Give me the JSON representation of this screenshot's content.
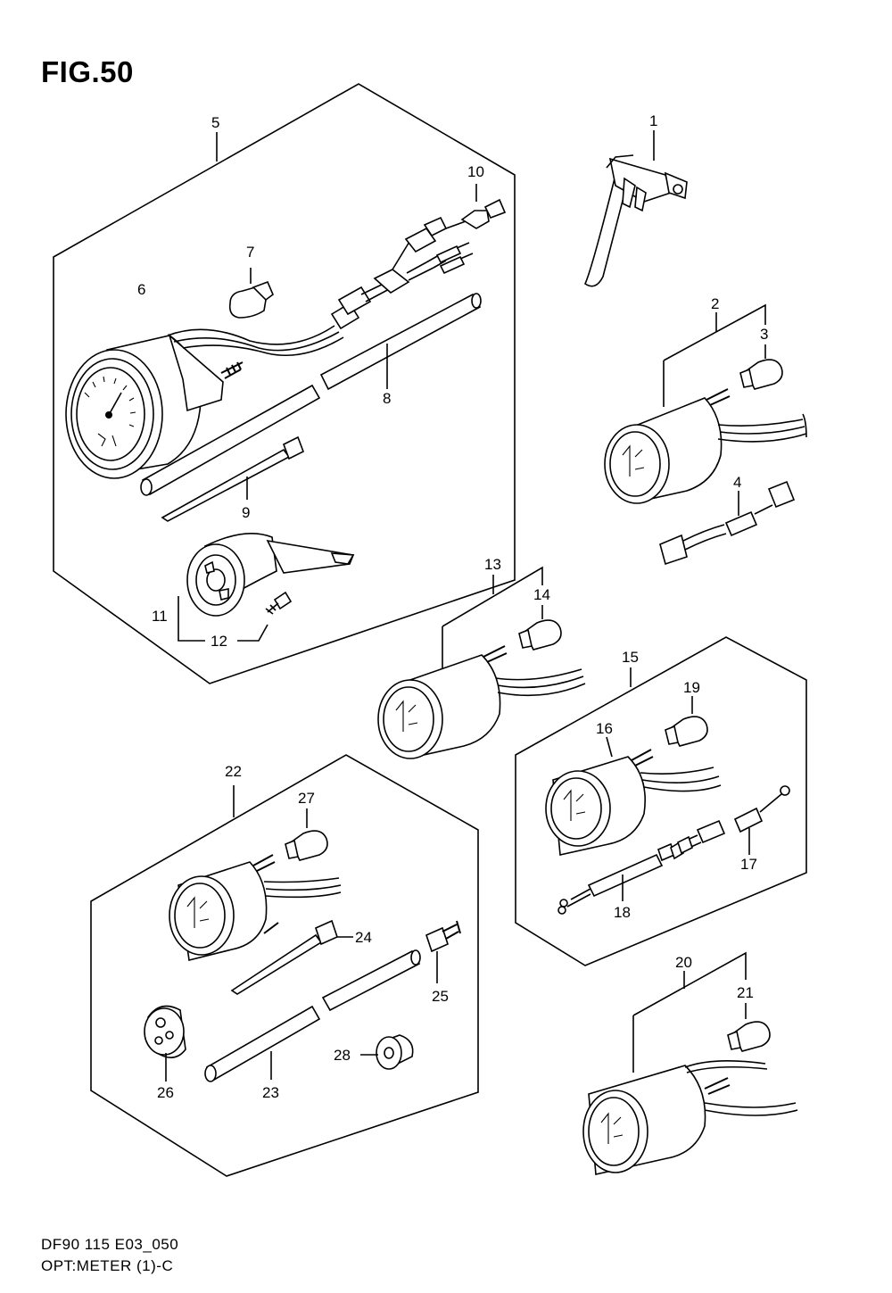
{
  "figure": {
    "title": "FIG.50"
  },
  "footer": {
    "code": "DF90 115 E03_050",
    "name": "OPT:METER (1)-C"
  },
  "callouts": {
    "c1": "1",
    "c2": "2",
    "c3": "3",
    "c4": "4",
    "c5": "5",
    "c6": "6",
    "c7": "7",
    "c8": "8",
    "c9": "9",
    "c10": "10",
    "c11": "11",
    "c12": "12",
    "c13": "13",
    "c14": "14",
    "c15": "15",
    "c16": "16",
    "c17": "17",
    "c18": "18",
    "c19": "19",
    "c20": "20",
    "c21": "21",
    "c22": "22",
    "c23": "23",
    "c24": "24",
    "c25": "25",
    "c26": "26",
    "c27": "27",
    "c28": "28"
  },
  "icons": {
    "tachometer": "tachometer-gauge-icon",
    "meter": "round-meter-gauge-icon",
    "bulb": "bulb-icon",
    "wire_harness": "wire-harness-icon",
    "tube": "tube-icon",
    "cable_tie": "cable-tie-icon",
    "bracket": "bracket-icon",
    "screw": "screw-icon",
    "sensor": "sensor-icon",
    "fitting": "fitting-icon",
    "grommet": "grommet-icon",
    "collar": "collar-icon"
  }
}
